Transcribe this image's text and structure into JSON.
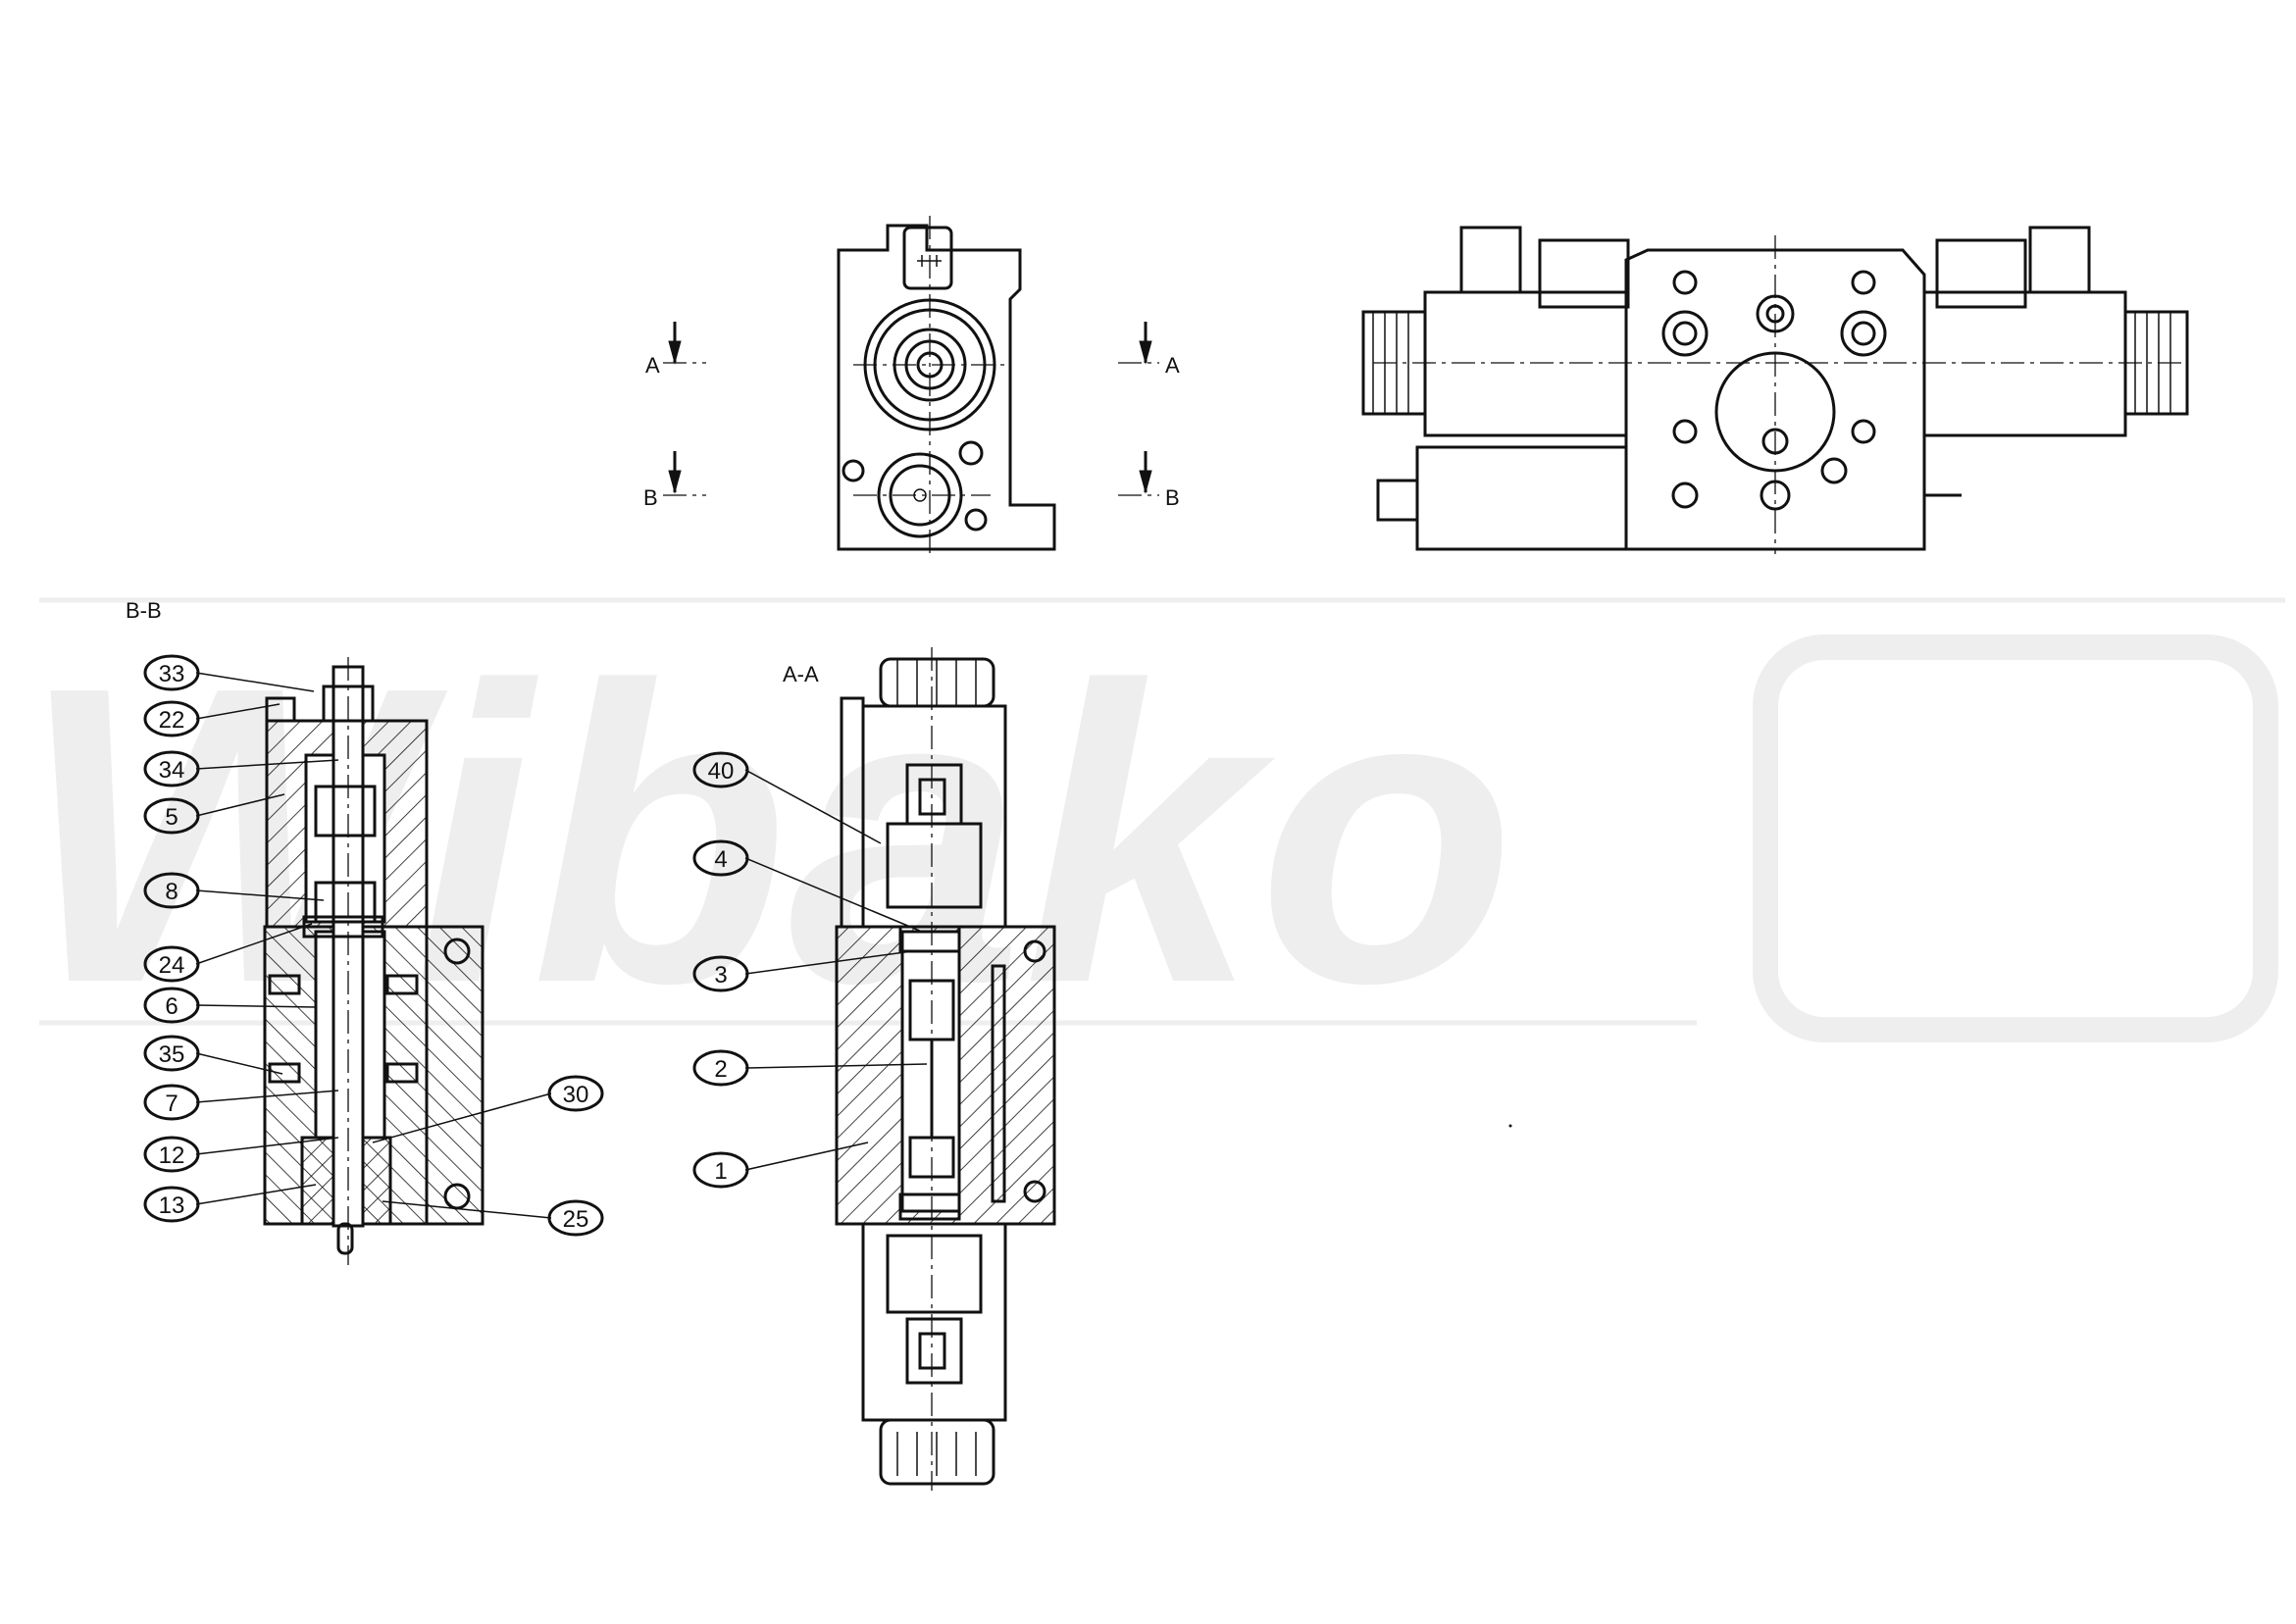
{
  "watermark": "Wibako",
  "views": {
    "section_bb": {
      "title": "B-B"
    },
    "section_aa": {
      "title": "A-A"
    }
  },
  "cut_markers": {
    "a_left": "A",
    "a_right": "A",
    "b_left": "B",
    "b_right": "B"
  },
  "balloons_bb": [
    "33",
    "22",
    "34",
    "5",
    "8",
    "24",
    "6",
    "35",
    "7",
    "12",
    "13",
    "30",
    "25"
  ],
  "balloons_aa": [
    "40",
    "4",
    "3",
    "2",
    "1"
  ]
}
